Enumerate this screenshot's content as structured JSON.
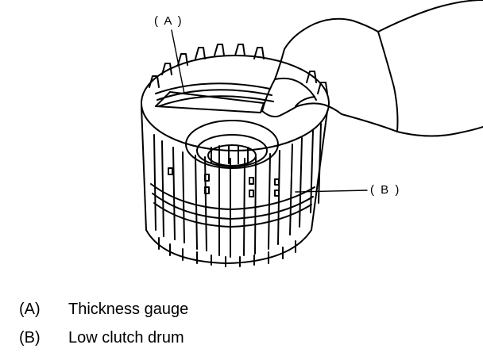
{
  "callouts": {
    "a": "( A )",
    "b": "( B )"
  },
  "legend": {
    "items": [
      {
        "key": "(A)",
        "text": "Thickness gauge"
      },
      {
        "key": "(B)",
        "text": "Low clutch drum"
      }
    ]
  }
}
